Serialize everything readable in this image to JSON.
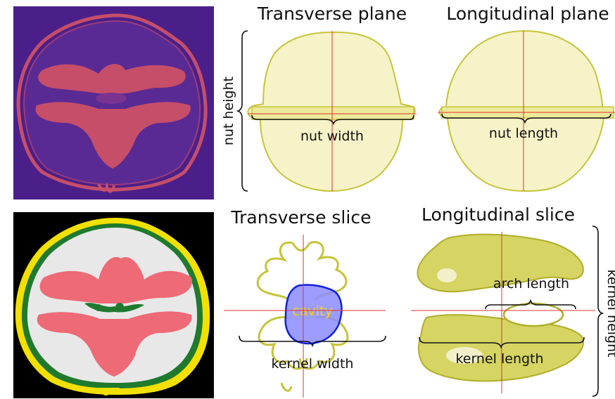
{
  "panels": {
    "top": {
      "left_title": "Transverse plane",
      "right_title": "Longitudinal plane"
    },
    "bottom": {
      "left_title": "Transverse slice",
      "right_title": "Longitudinal slice"
    }
  },
  "measurements": {
    "nut_height": "nut height",
    "nut_width": "nut width",
    "nut_length": "nut length",
    "kernel_width": "kernel width",
    "kernel_length": "kernel length",
    "arch_length": "arch length",
    "kernel_height": "kernel height"
  },
  "regions": {
    "cavity": "cavity"
  },
  "colors": {
    "scan_background": "#4a1f8a",
    "scan_tissue": "#c64e68",
    "shell_yellow": "#f2e000",
    "shell_green": "#1f7a2e",
    "kernel_pink": "#ee6a76",
    "packing_gray": "#e8e8e8",
    "cavity_fill": "#8c8cff",
    "cavity_edge": "#1020e0",
    "cavity_text": "#ffd000",
    "outline_yellow": "#c6c43a",
    "axis_red": "#e03030"
  }
}
